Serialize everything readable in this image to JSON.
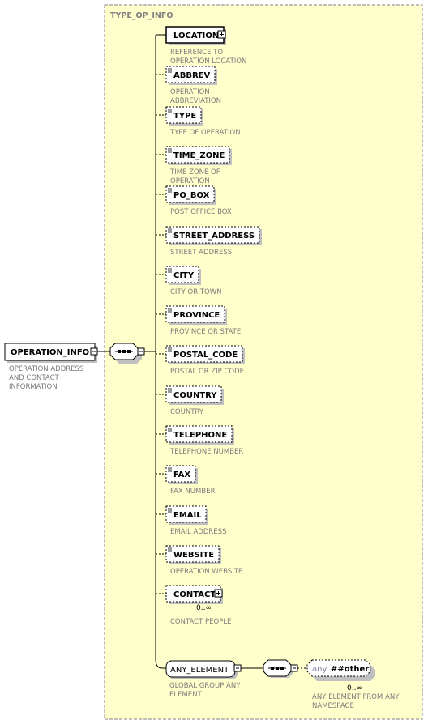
{
  "type_box": {
    "title": "TYPE_OP_INFO"
  },
  "root": {
    "name": "OPERATION_INFO",
    "desc": [
      "OPERATION ADDRESS",
      "AND CONTACT",
      "INFORMATION"
    ]
  },
  "elements": [
    {
      "name": "LOCATION",
      "desc": [
        "REFERENCE TO",
        "OPERATION LOCATION"
      ],
      "required": true,
      "expandable": true,
      "doc_icon": false,
      "occurs": ""
    },
    {
      "name": "ABBREV",
      "desc": [
        "OPERATION",
        "ABBREVIATION"
      ],
      "required": false,
      "expandable": false,
      "doc_icon": true,
      "occurs": ""
    },
    {
      "name": "TYPE",
      "desc": [
        "TYPE OF OPERATION"
      ],
      "required": false,
      "expandable": false,
      "doc_icon": true,
      "occurs": ""
    },
    {
      "name": "TIME_ZONE",
      "desc": [
        "TIME ZONE OF",
        "OPERATION"
      ],
      "required": false,
      "expandable": false,
      "doc_icon": true,
      "occurs": ""
    },
    {
      "name": "PO_BOX",
      "desc": [
        "POST OFFICE BOX"
      ],
      "required": false,
      "expandable": false,
      "doc_icon": true,
      "occurs": ""
    },
    {
      "name": "STREET_ADDRESS",
      "desc": [
        "STREET ADDRESS"
      ],
      "required": false,
      "expandable": false,
      "doc_icon": true,
      "occurs": ""
    },
    {
      "name": "CITY",
      "desc": [
        "CITY OR TOWN"
      ],
      "required": false,
      "expandable": false,
      "doc_icon": true,
      "occurs": ""
    },
    {
      "name": "PROVINCE",
      "desc": [
        "PROVINCE OR STATE"
      ],
      "required": false,
      "expandable": false,
      "doc_icon": true,
      "occurs": ""
    },
    {
      "name": "POSTAL_CODE",
      "desc": [
        "POSTAL OR ZIP CODE"
      ],
      "required": false,
      "expandable": false,
      "doc_icon": true,
      "occurs": ""
    },
    {
      "name": "COUNTRY",
      "desc": [
        "COUNTRY"
      ],
      "required": false,
      "expandable": false,
      "doc_icon": true,
      "occurs": ""
    },
    {
      "name": "TELEPHONE",
      "desc": [
        "TELEPHONE NUMBER"
      ],
      "required": false,
      "expandable": false,
      "doc_icon": true,
      "occurs": ""
    },
    {
      "name": "FAX",
      "desc": [
        "FAX NUMBER"
      ],
      "required": false,
      "expandable": false,
      "doc_icon": true,
      "occurs": ""
    },
    {
      "name": "EMAIL",
      "desc": [
        "EMAIL ADDRESS"
      ],
      "required": false,
      "expandable": false,
      "doc_icon": true,
      "occurs": ""
    },
    {
      "name": "WEBSITE",
      "desc": [
        "OPERATION WEBSITE"
      ],
      "required": false,
      "expandable": false,
      "doc_icon": true,
      "occurs": ""
    },
    {
      "name": "CONTACT",
      "desc": [
        "CONTACT PEOPLE"
      ],
      "required": false,
      "expandable": true,
      "doc_icon": false,
      "occurs": "0..∞"
    }
  ],
  "group": {
    "name": "ANY_ELEMENT",
    "desc": [
      "GLOBAL GROUP ANY",
      "ELEMENT"
    ]
  },
  "any": {
    "keyword": "any",
    "namespace": "##other",
    "occurs": "0..∞",
    "desc": [
      "ANY ELEMENT FROM ANY",
      "NAMESPACE"
    ]
  },
  "colors": {
    "type_bg": "#ffffcc",
    "border": "#000000",
    "frame": "#808080",
    "shadow": "#c0c0c0",
    "desc_text": "#7a7a7a"
  }
}
